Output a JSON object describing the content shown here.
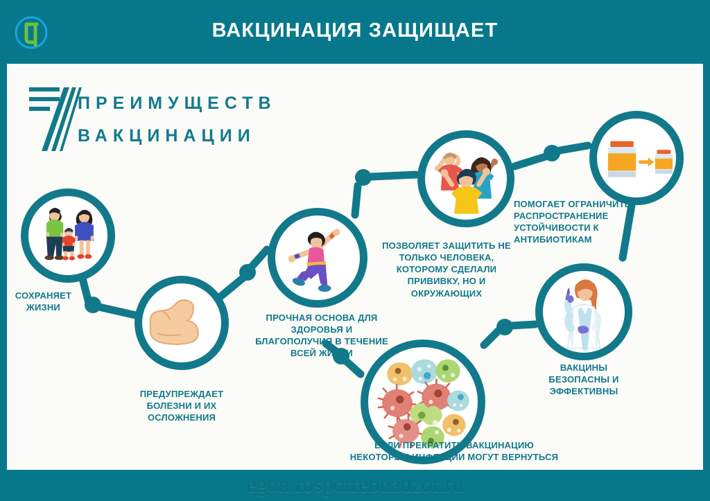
{
  "header": {
    "title": "ВАКЦИНАЦИЯ ЗАЩИЩАЕТ",
    "logo_icon": "rospotrebnadzor-logo-icon"
  },
  "heading": {
    "number": "7",
    "line1": "ПРЕИМУЩЕСТВ",
    "line2": "ВАКЦИНАЦИИ"
  },
  "colors": {
    "background_teal": "#07788b",
    "panel": "#fbfbf8",
    "accent_teal": "#12798b",
    "text_teal": "#11798b",
    "white": "#ffffff"
  },
  "benefits": [
    {
      "index": 1,
      "icon": "family-icon",
      "caption": "СОХРАНЯЕТ\nЖИЗНИ",
      "caption_lines": [
        "СОХРАНЯЕТ",
        "ЖИЗНИ"
      ]
    },
    {
      "index": 2,
      "icon": "flexed-bicep-icon",
      "caption": "ПРЕДУПРЕЖДАЕТ\nБОЛЕЗНИ И ИХ\nОСЛОЖНЕНИЯ",
      "caption_lines": [
        "ПРЕДУПРЕЖДАЕТ",
        "БОЛЕЗНИ И ИХ",
        "ОСЛОЖНЕНИЯ"
      ]
    },
    {
      "index": 3,
      "icon": "dancing-person-icon",
      "caption": "ПРОЧНАЯ ОСНОВА ДЛЯ\nЗДОРОВЬЯ И\nБЛАГОПОЛУЧИЯ В ТЕЧЕНИЕ\nВСЕЙ ЖИЗНИ",
      "caption_lines": [
        "ПРОЧНАЯ ОСНОВА ДЛЯ",
        "ЗДОРОВЬЯ И",
        "БЛАГОПОЛУЧИЯ В ТЕЧЕНИЕ",
        "ВСЕЙ ЖИЗНИ"
      ]
    },
    {
      "index": 4,
      "icon": "celebrating-people-icon",
      "caption": "ПОЗВОЛЯЕТ ЗАЩИТИТЬ НЕ\nТОЛЬКО ЧЕЛОВЕКА,\nКОТОРОМУ СДЕЛАЛИ\nПРИВИВКУ, НО И\nОКРУЖАЮЩИХ",
      "caption_lines": [
        "ПОЗВОЛЯЕТ ЗАЩИТИТЬ НЕ",
        "ТОЛЬКО ЧЕЛОВЕКА,",
        "КОТОРОМУ СДЕЛАЛИ",
        "ПРИВИВКУ, НО И",
        "ОКРУЖАЮЩИХ"
      ]
    },
    {
      "index": 5,
      "icon": "pill-bottles-icon",
      "caption": "ПОМОГАЕТ ОГРАНИЧИТЬ\nРАСПРОСТРАНЕНИЕ\nУСТОЙЧИВОСТИ К\nАНТИБИОТИКАМ",
      "caption_lines": [
        "ПОМОГАЕТ ОГРАНИЧИТЬ",
        "РАСПРОСТРАНЕНИЕ",
        "УСТОЙЧИВОСТИ К",
        "АНТИБИОТИКАМ"
      ]
    },
    {
      "index": 6,
      "icon": "doctor-with-syringe-icon",
      "caption": "ВАКЦИНЫ\nБЕЗОПАСНЫ И\nЭФФЕКТИВНЫ",
      "caption_lines": [
        "ВАКЦИНЫ",
        "БЕЗОПАСНЫ И",
        "ЭФФЕКТИВНЫ"
      ]
    },
    {
      "index": 7,
      "icon": "germs-microbes-icon",
      "caption": "ЕСЛИ ПРЕКРАТИТЬ ВАКЦИНАЦИЮ\nНЕКОТОРЫЕ ИНФЕКЦИИ МОГУТ ВЕРНУТЬСЯ",
      "caption_lines": [
        "ЕСЛИ ПРЕКРАТИТЬ ВАКЦИНАЦИЮ",
        "НЕКОТОРЫЕ ИНФЕКЦИИ МОГУТ ВЕРНУТЬСЯ"
      ]
    }
  ],
  "footer": {
    "watermark": "egon.rospotrebnadzor.ru"
  }
}
